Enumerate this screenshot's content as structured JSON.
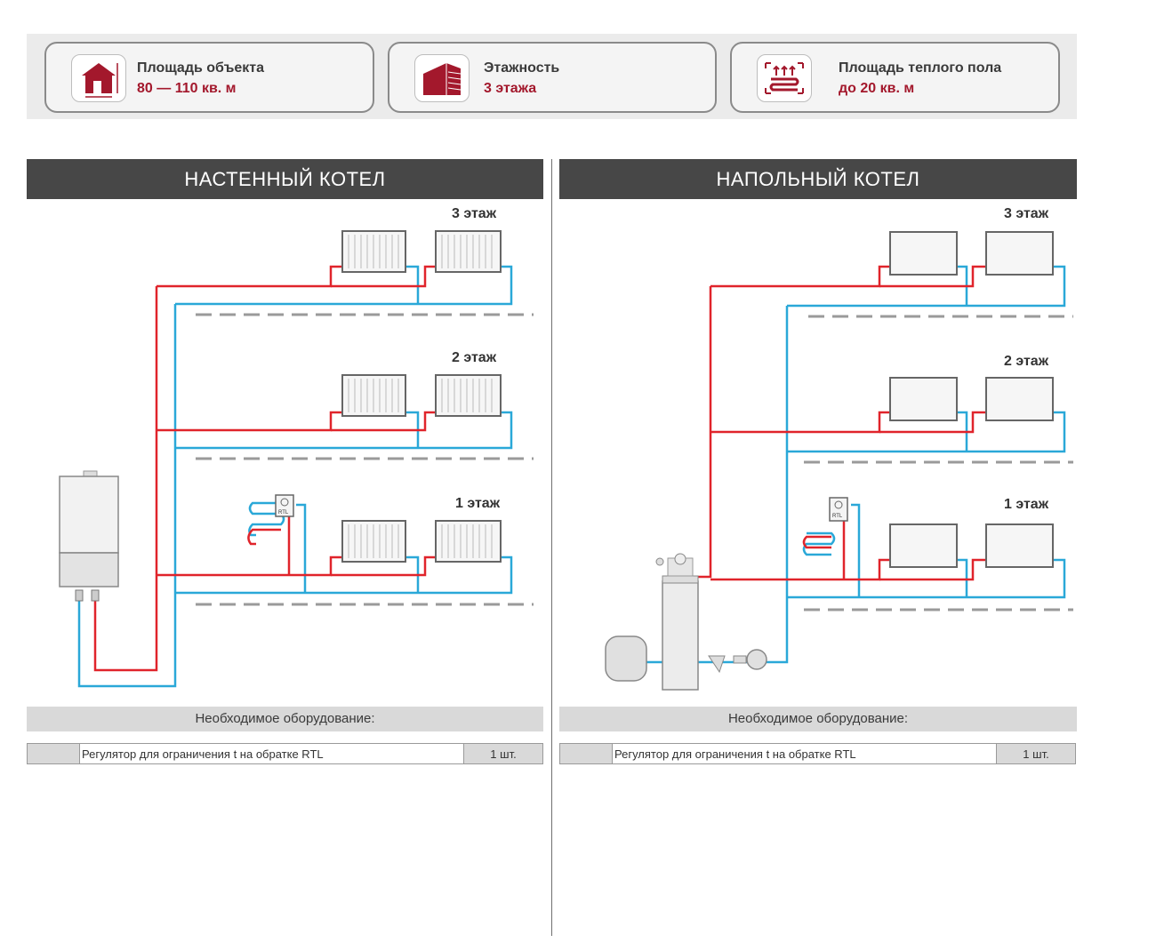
{
  "info_cards": [
    {
      "title": "Площадь объекта",
      "value": "80 — 110 кв. м",
      "icon": "house-area-icon"
    },
    {
      "title": "Этажность",
      "value": "3 этажа",
      "icon": "building-icon"
    },
    {
      "title": "Площадь теплого пола",
      "value": "до 20 кв. м",
      "icon": "floor-heating-icon"
    }
  ],
  "colors": {
    "accent": "#a3182c",
    "supply": "#e0242b",
    "return": "#2aa8d8",
    "header": "#474747"
  },
  "left": {
    "title": "НАСТЕННЫЙ КОТЕЛ",
    "floors": [
      "3 этаж",
      "2 этаж",
      "1 этаж"
    ],
    "rtl_label": "RTL",
    "equipment_title": "Необходимое оборудование:",
    "equipment": [
      {
        "name": "Регулятор для ограничения t на обратке RTL",
        "qty": "1 шт."
      }
    ]
  },
  "right": {
    "title": "НАПОЛЬНЫЙ КОТЕЛ",
    "floors": [
      "3 этаж",
      "2 этаж",
      "1 этаж"
    ],
    "rtl_label": "RTL",
    "equipment_title": "Необходимое оборудование:",
    "equipment": [
      {
        "name": "Регулятор для ограничения t на обратке RTL",
        "qty": "1 шт."
      }
    ]
  }
}
